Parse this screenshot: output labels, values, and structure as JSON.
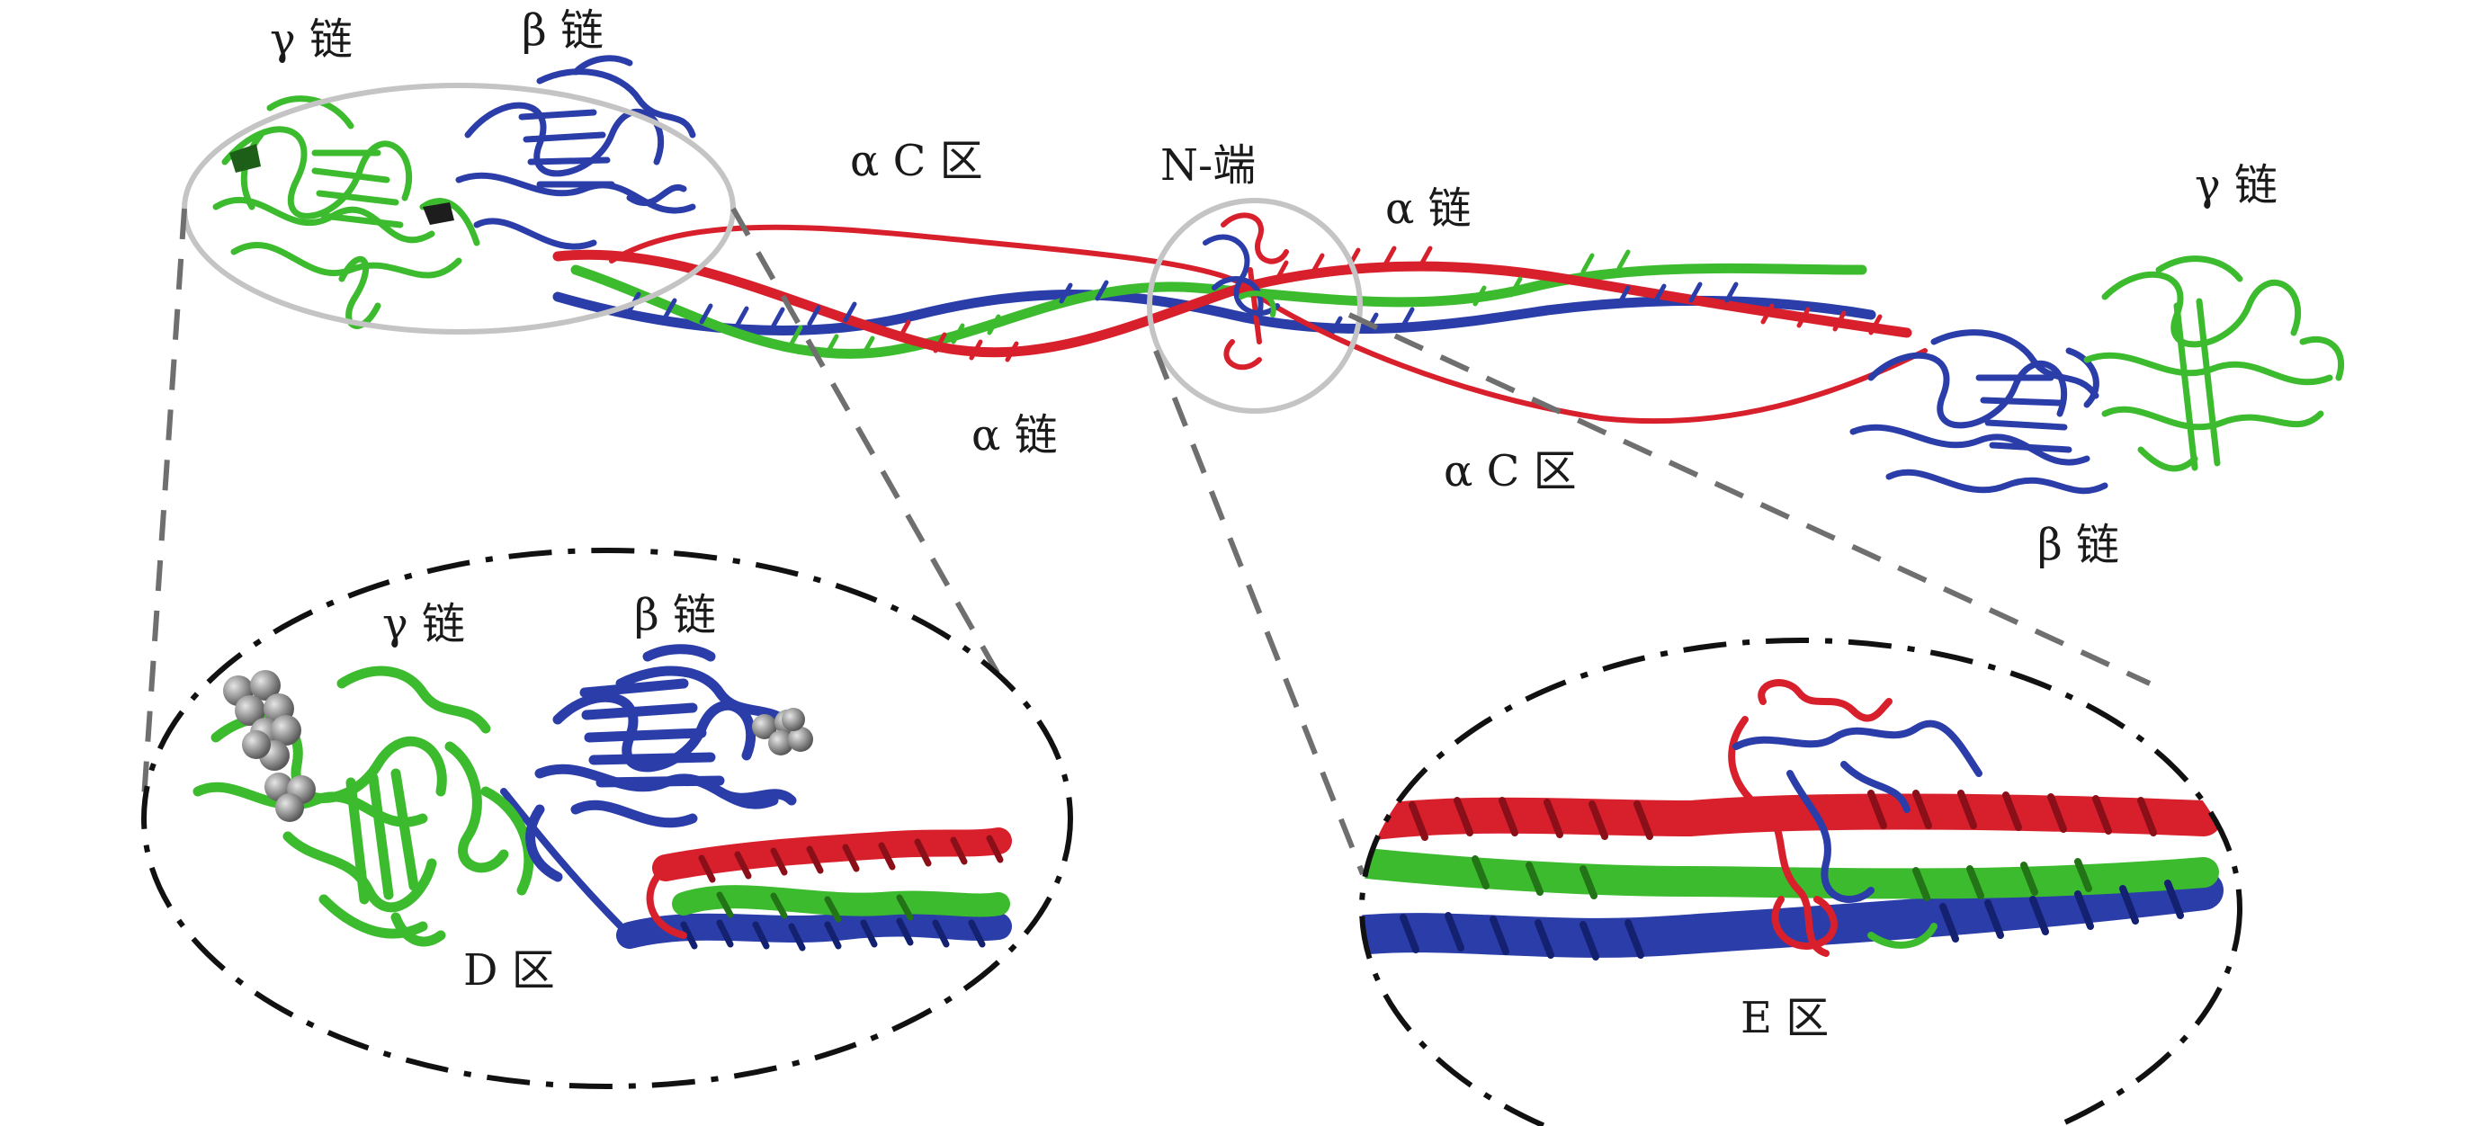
{
  "labels": {
    "gamma_chain_top_left": "γ 链",
    "beta_chain_top_left": "β 链",
    "alpha_c_region_upper": "α C 区",
    "n_terminus": "N-端",
    "alpha_chain_upper": "α 链",
    "gamma_chain_right": "γ 链",
    "alpha_chain_lower": "α 链",
    "alpha_c_region_lower": "α C 区",
    "beta_chain_right": "β 链",
    "gamma_chain_inset": "γ 链",
    "beta_chain_inset": "β 链",
    "d_region": "D 区",
    "e_region": "E 区"
  },
  "colors": {
    "alpha_chain": "#d8202c",
    "beta_chain": "#2a3da8",
    "gamma_chain": "#3dbb2e",
    "calcium_spheres": "#8f8f8f",
    "ellipse_solid": "#c4c4c4",
    "leader_dashes": "#6f6f6f",
    "inset_outline": "#111111"
  }
}
